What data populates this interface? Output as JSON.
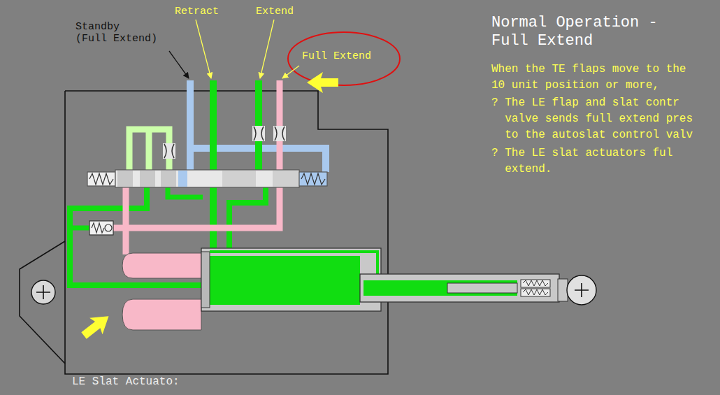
{
  "diagram": {
    "title": "Normal Operation - Full Extend",
    "labels": [
      "Standby (Full Extend)",
      "Retract",
      "Extend",
      "Full Extend",
      "When the TE flaps move to the 10 unit position or more,",
      "? The LE flap and slat contr valve sends full extend pres to the autoslat control valv",
      "? The LE slat actuators ful extend.",
      "LE Slat Actuato:"
    ]
  }
}
